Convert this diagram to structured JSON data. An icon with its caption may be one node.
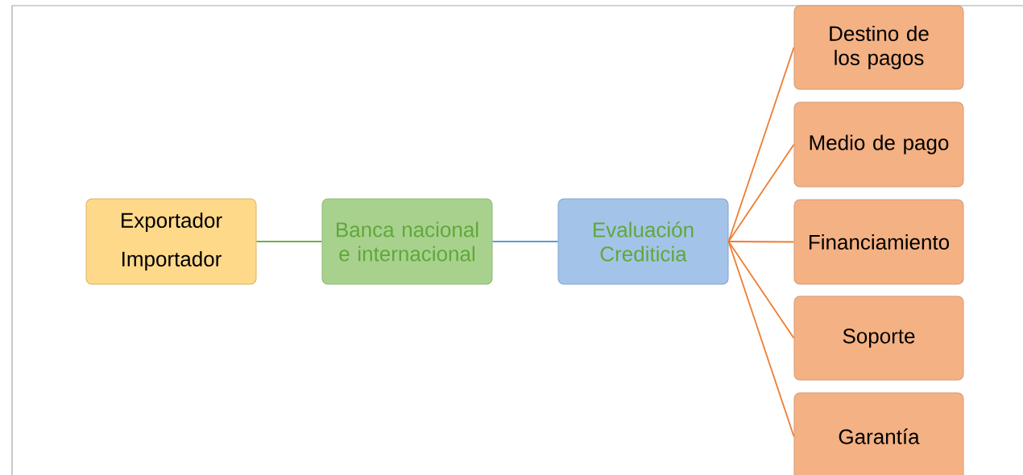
{
  "diagram": {
    "nodes": [
      {
        "text": [
          "Exportador Importador"
        ]
      },
      {
        "text": [
          "Banca nacional e internacional"
        ]
      },
      {
        "text": [
          "Evaluación Crediticia"
        ]
      },
      {
        "text": [
          "Destino de los pagos"
        ]
      },
      {
        "text": [
          "Medio de pago"
        ]
      },
      {
        "text": [
          "Financiamiento"
        ]
      },
      {
        "text": [
          "Soporte"
        ]
      },
      {
        "text": [
          "Garantía"
        ]
      }
    ],
    "edges": [
      {
        "from": 0,
        "to": 1,
        "arrow": "none",
        "color": "#70ad47"
      },
      {
        "from": 1,
        "to": 2,
        "arrow": "none",
        "color": "#5b9bd5"
      },
      {
        "from": 2,
        "to": 3,
        "arrow": "none"
      },
      {
        "from": 2,
        "to": 4,
        "arrow": "none"
      },
      {
        "from": 2,
        "to": 5,
        "arrow": "none"
      },
      {
        "from": 2,
        "to": 6,
        "arrow": "none"
      },
      {
        "from": 2,
        "to": 7,
        "arrow": "none"
      }
    ]
  }
}
